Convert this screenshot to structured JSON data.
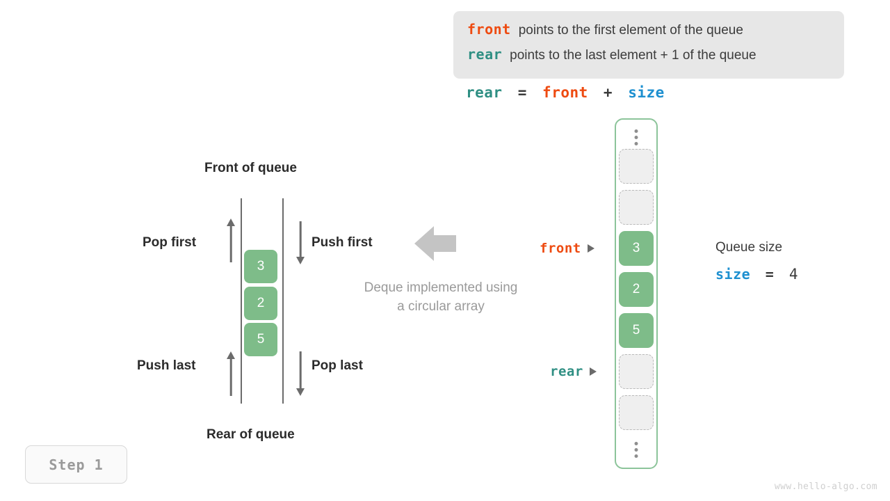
{
  "legend": {
    "lines": [
      {
        "keyword": "front",
        "keyword_color": "#ee4b11",
        "text": "points to the first element of the queue"
      },
      {
        "keyword": "rear",
        "keyword_color": "#2f8f83",
        "text": "points to the last element + 1 of the queue"
      }
    ]
  },
  "equation": {
    "lhs": "rear",
    "eq": "=",
    "rhs1": "front",
    "plus": "+",
    "rhs2": "size"
  },
  "deque": {
    "front_label": "Front of queue",
    "rear_label": "Rear of queue",
    "pop_first": "Pop first",
    "push_first": "Push first",
    "push_last": "Push last",
    "pop_last": "Pop last",
    "cells": [
      "3",
      "2",
      "5"
    ],
    "caption_line1": "Deque implemented using",
    "caption_line2": "a circular array"
  },
  "array": {
    "ellipsis_top": "vertical-ellipsis",
    "ellipsis_bottom": "vertical-ellipsis",
    "slots": [
      {
        "value": "",
        "filled": false
      },
      {
        "value": "",
        "filled": false
      },
      {
        "value": "3",
        "filled": true
      },
      {
        "value": "2",
        "filled": true
      },
      {
        "value": "5",
        "filled": true
      },
      {
        "value": "",
        "filled": false
      },
      {
        "value": "",
        "filled": false
      }
    ],
    "pointers": {
      "front": "front",
      "rear": "rear"
    }
  },
  "queue_size": {
    "title": "Queue size",
    "var": "size",
    "eq": "=",
    "value": "4"
  },
  "step_badge": "Step 1",
  "watermark": "www.hello-algo.com",
  "colors": {
    "green_fill": "#7ebc89",
    "green_border": "#8cc49a",
    "front_orange": "#ee4b11",
    "rear_teal": "#2f8f83",
    "size_blue": "#1e90d0",
    "gray_arrow": "#c4c4c4",
    "legend_bg": "#e7e7e7",
    "empty_cell": "#efefef"
  }
}
